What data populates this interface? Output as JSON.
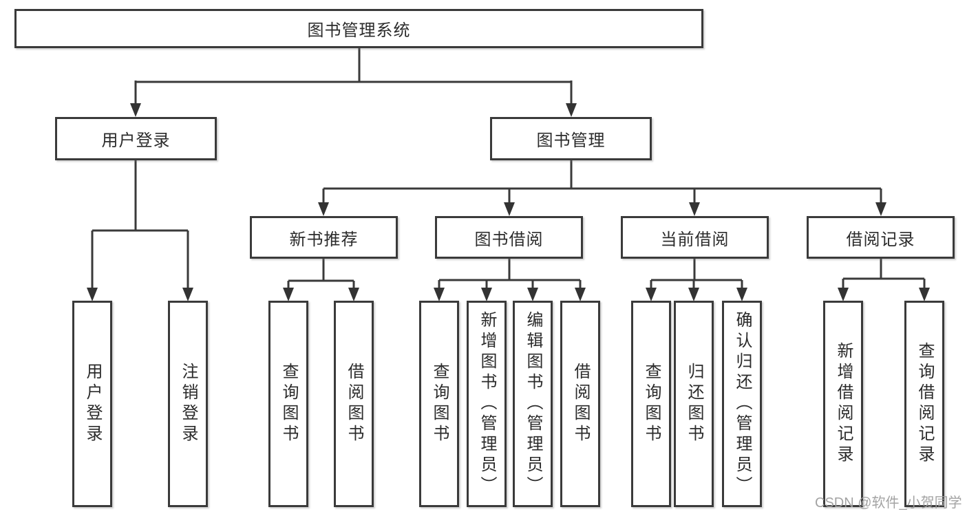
{
  "diagram": {
    "root_label": "图书管理系统",
    "level2": {
      "user_login": "用户登录",
      "book_mgmt": "图书管理"
    },
    "level3": {
      "new_book": "新书推荐",
      "book_borrow": "图书借阅",
      "current_borrow": "当前借阅",
      "borrow_records": "借阅记录"
    },
    "leaves": {
      "user": [
        "用户登录",
        "注销登录"
      ],
      "new_book": [
        "查询图书",
        "借阅图书"
      ],
      "book_borrow": [
        "查询图书",
        "新增图书（管理员）",
        "编辑图书（管理员）",
        "借阅图书"
      ],
      "current_borrow": [
        "查询图书",
        "归还图书",
        "确认归还（管理员）"
      ],
      "borrow_records": [
        "新增借阅记录",
        "查询借阅记录"
      ]
    }
  },
  "watermark": {
    "text": "CSDN @软件_小贺同学",
    "color": "#9e9e9e"
  },
  "colors": {
    "line": "#3a3a3a",
    "arrow_fill": "#333333",
    "box_border": "#3a3a3a",
    "box_fill": "#ffffff",
    "text": "#2b2b2b"
  }
}
